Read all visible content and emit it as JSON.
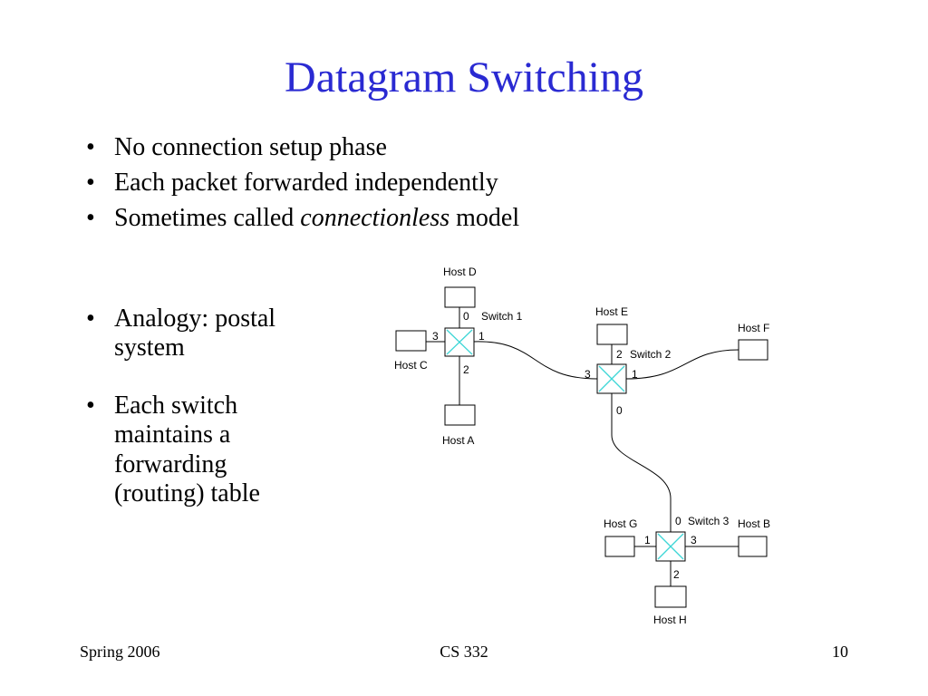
{
  "slide": {
    "title": "Datagram Switching",
    "bullets_top": [
      {
        "text": "No connection setup phase"
      },
      {
        "text": "Each packet forwarded independently"
      },
      {
        "text_before": "Sometimes called ",
        "text_em": "connectionless",
        "text_after": " model"
      }
    ],
    "bullets_side": [
      {
        "line1": "Analogy: postal",
        "line2": "system"
      },
      {
        "line1": "Each switch",
        "line2": "maintains a",
        "line3": "forwarding",
        "line4": "(routing) table"
      }
    ]
  },
  "diagram": {
    "switches": [
      {
        "name": "Switch 1",
        "ports": [
          "0",
          "1",
          "2",
          "3"
        ]
      },
      {
        "name": "Switch 2",
        "ports": [
          "0",
          "1",
          "2",
          "3"
        ]
      },
      {
        "name": "Switch 3",
        "ports": [
          "0",
          "1",
          "2",
          "3"
        ]
      }
    ],
    "hosts": [
      "Host A",
      "Host B",
      "Host C",
      "Host D",
      "Host E",
      "Host F",
      "Host G",
      "Host H"
    ],
    "switch_cross_color": "#3fd6d6"
  },
  "footer": {
    "left": "Spring 2006",
    "center": "CS 332",
    "right": "10"
  },
  "colors": {
    "title": "#2a2ad2"
  }
}
